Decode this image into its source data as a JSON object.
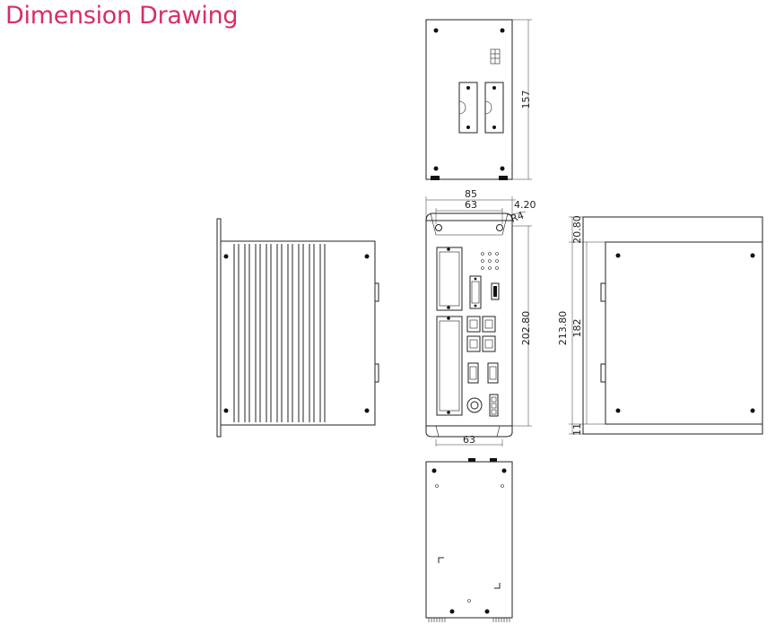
{
  "title": "Dimension Drawing",
  "accent_color": "#d62d6b",
  "dimensions": {
    "top_view_depth": "157",
    "overall_width": "85",
    "mount_hole_spacing_top": "63",
    "offset": "4.20",
    "radius": "R4",
    "front_height": "202.80",
    "bottom_hole_spacing": "63",
    "side_overall_height": "213.80",
    "side_body_height": "182",
    "side_top_flange": "20.80",
    "side_bottom_flange": "11"
  }
}
